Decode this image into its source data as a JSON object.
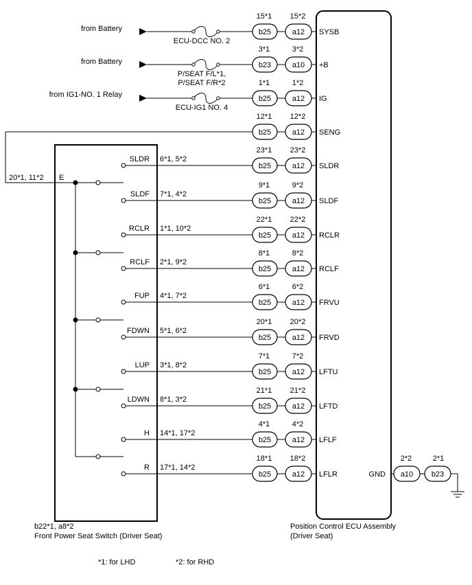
{
  "power_inputs": [
    {
      "source": "from Battery",
      "fuse": [
        "ECU-DCC NO. 2"
      ]
    },
    {
      "source": "from Battery",
      "fuse": [
        "P/SEAT F/L*1,",
        "P/SEAT F/R*2"
      ]
    },
    {
      "source": "from IG1-NO. 1 Relay",
      "fuse": [
        "ECU-IG1 NO. 4"
      ]
    }
  ],
  "ecu_pins": [
    {
      "pin_lhd": "15*1",
      "pin_rhd": "15*2",
      "conn_lhd": "b25",
      "conn_rhd": "a12",
      "terminal": "SYSB"
    },
    {
      "pin_lhd": "3*1",
      "pin_rhd": "3*2",
      "conn_lhd": "b23",
      "conn_rhd": "a10",
      "terminal": "+B"
    },
    {
      "pin_lhd": "1*1",
      "pin_rhd": "1*2",
      "conn_lhd": "b25",
      "conn_rhd": "a12",
      "terminal": "IG"
    },
    {
      "pin_lhd": "12*1",
      "pin_rhd": "12*2",
      "conn_lhd": "b25",
      "conn_rhd": "a12",
      "terminal": "SENG"
    },
    {
      "pin_lhd": "23*1",
      "pin_rhd": "23*2",
      "conn_lhd": "b25",
      "conn_rhd": "a12",
      "terminal": "SLDR"
    },
    {
      "pin_lhd": "9*1",
      "pin_rhd": "9*2",
      "conn_lhd": "b25",
      "conn_rhd": "a12",
      "terminal": "SLDF"
    },
    {
      "pin_lhd": "22*1",
      "pin_rhd": "22*2",
      "conn_lhd": "b25",
      "conn_rhd": "a12",
      "terminal": "RCLR"
    },
    {
      "pin_lhd": "8*1",
      "pin_rhd": "8*2",
      "conn_lhd": "b25",
      "conn_rhd": "a12",
      "terminal": "RCLF"
    },
    {
      "pin_lhd": "6*1",
      "pin_rhd": "6*2",
      "conn_lhd": "b25",
      "conn_rhd": "a12",
      "terminal": "FRVU"
    },
    {
      "pin_lhd": "20*1",
      "pin_rhd": "20*2",
      "conn_lhd": "b25",
      "conn_rhd": "a12",
      "terminal": "FRVD"
    },
    {
      "pin_lhd": "7*1",
      "pin_rhd": "7*2",
      "conn_lhd": "b25",
      "conn_rhd": "a12",
      "terminal": "LFTU"
    },
    {
      "pin_lhd": "21*1",
      "pin_rhd": "21*2",
      "conn_lhd": "b25",
      "conn_rhd": "a12",
      "terminal": "LFTD"
    },
    {
      "pin_lhd": "4*1",
      "pin_rhd": "4*2",
      "conn_lhd": "b25",
      "conn_rhd": "a12",
      "terminal": "LFLF"
    },
    {
      "pin_lhd": "18*1",
      "pin_rhd": "18*2",
      "conn_lhd": "b25",
      "conn_rhd": "a12",
      "terminal": "LFLR"
    }
  ],
  "switch_terminals": [
    {
      "name": "SLDR",
      "pins": "6*1, 5*2"
    },
    {
      "name": "SLDF",
      "pins": "7*1, 4*2"
    },
    {
      "name": "RCLR",
      "pins": "1*1, 10*2"
    },
    {
      "name": "RCLF",
      "pins": "2*1, 9*2"
    },
    {
      "name": "FUP",
      "pins": "4*1, 7*2"
    },
    {
      "name": "FDWN",
      "pins": "5*1, 6*2"
    },
    {
      "name": "LUP",
      "pins": "3*1, 8*2"
    },
    {
      "name": "LDWN",
      "pins": "8*1, 3*2"
    },
    {
      "name": "H",
      "pins": "14*1, 17*2"
    },
    {
      "name": "R",
      "pins": "17*1, 14*2"
    }
  ],
  "switch_ground": {
    "name": "E",
    "pins": "20*1, 11*2"
  },
  "gnd": {
    "terminal": "GND",
    "pin_a": "2*2",
    "pin_b": "2*1",
    "conn_a": "a10",
    "conn_b": "b23"
  },
  "switch_label": {
    "code": "b22*1, a8*2",
    "name": "Front Power Seat Switch (Driver Seat)"
  },
  "ecu_label": {
    "line1": "Position Control ECU Assembly",
    "line2": "(Driver Seat)"
  },
  "notes": {
    "lhd": "*1: for LHD",
    "rhd": "*2: for RHD"
  }
}
